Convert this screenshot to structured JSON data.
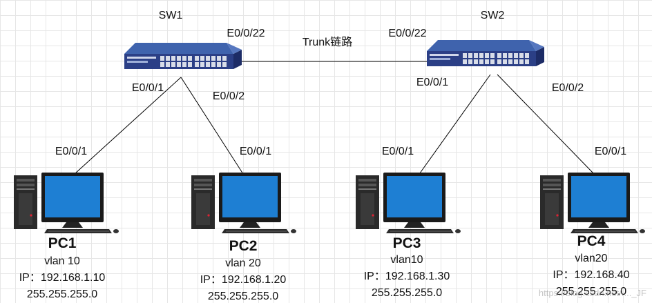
{
  "colors": {
    "switch_top": "#3f63ad",
    "switch_front": "#2b3f86",
    "monitor_screen": "#1e7fd3",
    "tower": "#2a2a2a",
    "link": "#000000"
  },
  "switches": [
    {
      "name": "SW1",
      "uplink_port": "E0/0/22",
      "ports": [
        "E0/0/1",
        "E0/0/2"
      ]
    },
    {
      "name": "SW2",
      "uplink_port": "E0/0/22",
      "ports": [
        "E0/0/1",
        "E0/0/2"
      ]
    }
  ],
  "trunk": {
    "label": "Trunk链路"
  },
  "pcs": [
    {
      "name": "PC1",
      "port": "E0/0/1",
      "vlan": "vlan 10",
      "ip": "IP：192.168.1.10",
      "mask": "255.255.255.0"
    },
    {
      "name": "PC2",
      "port": "E0/0/1",
      "vlan": "vlan 20",
      "ip": "IP：192.168.1.20",
      "mask": "255.255.255.0"
    },
    {
      "name": "PC3",
      "port": "E0/0/1",
      "vlan": "vlan10",
      "ip": "IP：192.168.1.30",
      "mask": "255.255.255.0"
    },
    {
      "name": "PC4",
      "port": "E0/0/1",
      "vlan": "vlan20",
      "ip": "IP：192.168.40",
      "mask": "255.255.255.0"
    }
  ],
  "watermark": "https://blog.csdn.net/...._JF"
}
